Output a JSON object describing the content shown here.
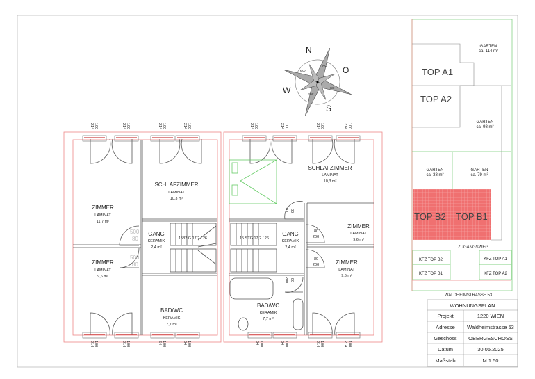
{
  "compass": {
    "n": "N",
    "o": "O",
    "s": "S",
    "w": "W",
    "no": "NO",
    "nw": "NW",
    "so": "SO",
    "sw": "SW"
  },
  "window_dims": {
    "a": "214",
    "b": "100",
    "c": "64"
  },
  "door_dims": {
    "w1": "500",
    "w2": "80",
    "d1": "80",
    "d2": "200"
  },
  "stair_label_left": "1582 G 17,2 / 26",
  "stair_label_right": "15 STG 17,2 / 26",
  "unit_left": {
    "rooms": [
      {
        "name": "ZIMMER",
        "floor": "LAMINAT",
        "area": "11,7 m²"
      },
      {
        "name": "SCHLAFZIMMER",
        "floor": "LAMINAT",
        "area": "10,3 m²"
      },
      {
        "name": "GANG",
        "floor": "KERAMIK",
        "area": "2,4 m²"
      },
      {
        "name": "ZIMMER",
        "floor": "LAMINAT",
        "area": "9,6 m²"
      },
      {
        "name": "BAD/WC",
        "floor": "KERAMIK",
        "area": "7,7 m²"
      }
    ]
  },
  "unit_right": {
    "rooms": [
      {
        "name": "SCHLAFZIMMER",
        "floor": "LAMINAT",
        "area": "10,3 m²"
      },
      {
        "name": "GANG",
        "floor": "KERAMIK",
        "area": "2,4 m²"
      },
      {
        "name": "ZIMMER",
        "floor": "LAMINAT",
        "area": "9,6 m²"
      },
      {
        "name": "ZIMMER",
        "floor": "LAMINAT",
        "area": "9,6 m²"
      },
      {
        "name": "BAD/WC",
        "floor": "KERAMIK",
        "area": "7,7 m²"
      }
    ]
  },
  "site_plan": {
    "garten_a1": {
      "label": "GARTEN",
      "area": "ca. 114 m²"
    },
    "garten_a2": {
      "label": "GARTEN",
      "area": "ca. 98 m²"
    },
    "garten_b2": {
      "label": "GARTEN",
      "area": "ca. 38 m²"
    },
    "garten_b1": {
      "label": "GARTEN",
      "area": "ca. 79 m²"
    },
    "top_a1": "TOP  A1",
    "top_a2": "TOP  A2",
    "top_b2": "TOP  B2",
    "top_b1": "TOP  B1",
    "zugangsweg": "ZUGANGSWEG",
    "kfz_b2": "KFZ  TOP  B2",
    "kfz_b1": "KFZ  TOP  B1",
    "kfz_a1": "KFZ  TOP  A1",
    "kfz_a2": "KFZ  TOP  A2",
    "street": "WALDHEIMSTRASSE  53",
    "highlight_color": "#f07070"
  },
  "title_block": {
    "title": "WOHNUNGSPLAN",
    "rows": [
      {
        "label": "Projekt",
        "value": "1220 WIEN"
      },
      {
        "label": "Adresse",
        "value": "Waldheimstrasse 53"
      },
      {
        "label": "Geschoss",
        "value": "OBERGESCHOSS"
      },
      {
        "label": "Datum",
        "value": "30.05.2025"
      },
      {
        "label": "Maßstab",
        "value": "M 1:50"
      }
    ]
  }
}
